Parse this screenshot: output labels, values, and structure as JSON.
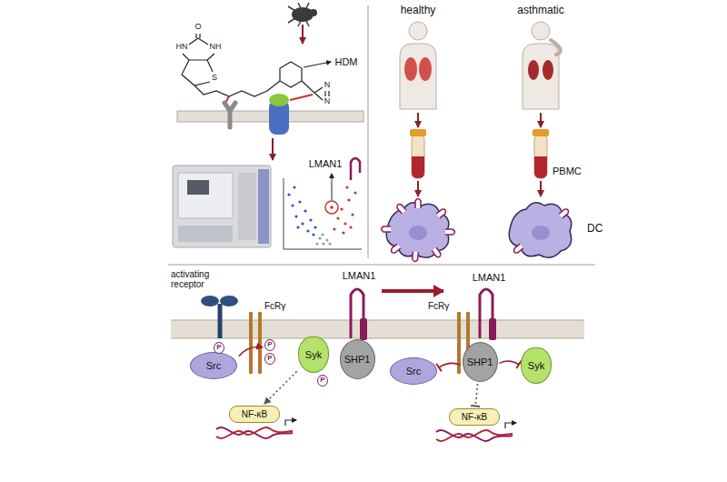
{
  "diagram": {
    "nodes": [
      {
        "text": [
          "Src"
        ]
      },
      {
        "text": [
          "P"
        ]
      },
      {
        "text": [
          "P"
        ]
      },
      {
        "text": [
          "P"
        ]
      },
      {
        "text": [
          "Syk"
        ]
      },
      {
        "text": [
          "P"
        ]
      },
      {
        "text": [
          "SHP1"
        ]
      },
      {
        "text": [
          "NF-κB"
        ]
      },
      {
        "text": [
          "Src"
        ]
      },
      {
        "text": [
          "SHP1"
        ]
      },
      {
        "text": [
          "Syk"
        ]
      },
      {
        "text": [
          "NF-κB"
        ]
      }
    ],
    "edges": [
      {
        "from": 0,
        "to": 2,
        "arrow": "to"
      },
      {
        "from": 4,
        "to": 7,
        "arrow": "to"
      },
      {
        "from": 9,
        "to": 8,
        "arrow": "to"
      },
      {
        "from": 9,
        "to": 10,
        "arrow": "to"
      },
      {
        "from": 9,
        "to": 11,
        "arrow": "to"
      }
    ],
    "labels": [
      "O",
      "HN",
      "NH",
      "S",
      "N",
      "N",
      "HDM",
      "LMAN1",
      "healthy",
      "asthmatic",
      "PBMC",
      "DC",
      "activating receptor",
      "FcRγ",
      "LMAN1",
      "FcRγ",
      "LMAN1"
    ]
  }
}
